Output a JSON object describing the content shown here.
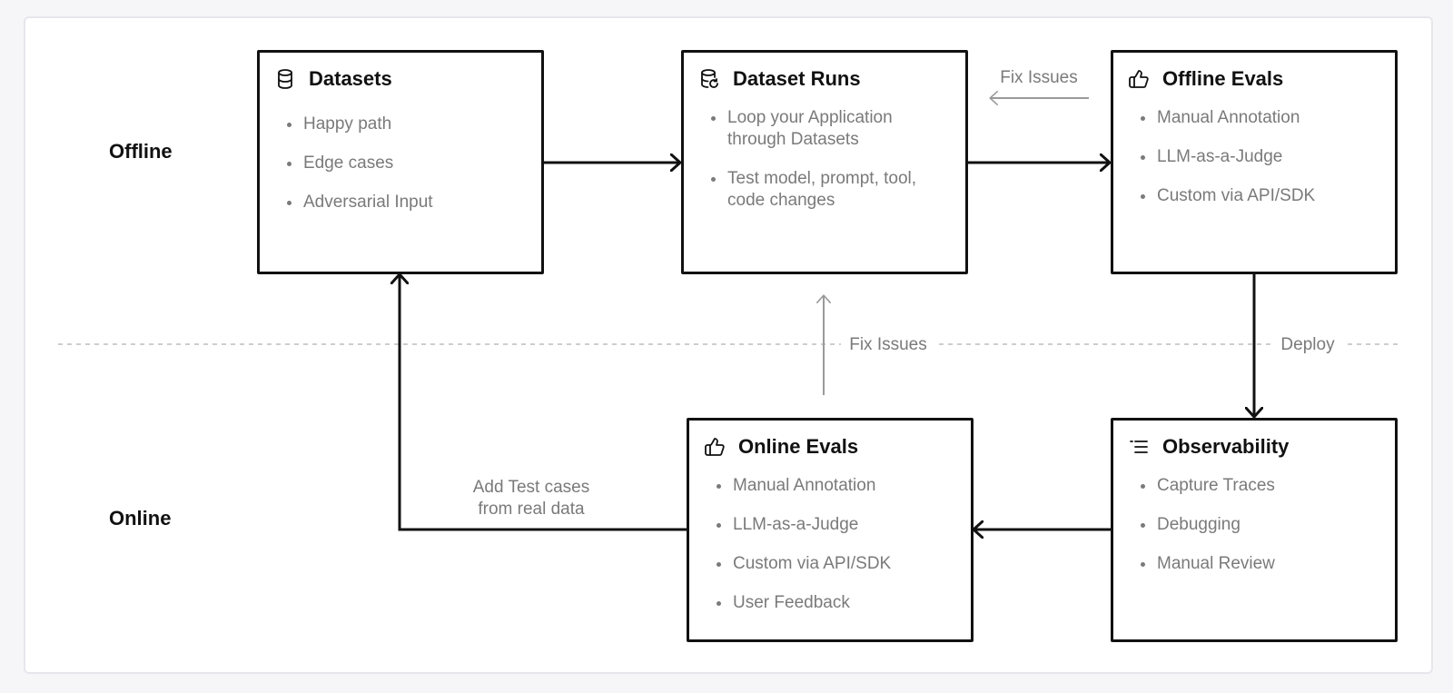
{
  "rows": {
    "offline_label": "Offline",
    "online_label": "Online"
  },
  "boxes": {
    "datasets": {
      "title": "Datasets",
      "icon": "database-icon",
      "items": [
        "Happy path",
        "Edge cases",
        "Adversarial Input"
      ]
    },
    "dataset_runs": {
      "title": "Dataset Runs",
      "icon": "database-refresh-icon",
      "items": [
        "Loop your Application through Datasets",
        "Test model, prompt, tool, code changes"
      ]
    },
    "offline_evals": {
      "title": "Offline Evals",
      "icon": "thumbs-up-icon",
      "items": [
        "Manual Annotation",
        "LLM-as-a-Judge",
        "Custom via API/SDK"
      ]
    },
    "online_evals": {
      "title": "Online Evals",
      "icon": "thumbs-up-icon",
      "items": [
        "Manual Annotation",
        "LLM-as-a-Judge",
        "Custom via API/SDK",
        "User Feedback"
      ]
    },
    "observability": {
      "title": "Observability",
      "icon": "list-icon",
      "items": [
        "Capture Traces",
        "Debugging",
        "Manual Review"
      ]
    }
  },
  "annotations": {
    "fix_issues_top": "Fix Issues",
    "fix_issues_middle": "Fix Issues",
    "deploy": "Deploy",
    "add_test_cases": "Add Test cases from real data"
  },
  "colors": {
    "stroke": "#111111",
    "muted": "#7a7a7a",
    "divider": "#bdbdbd",
    "frame_border": "#e6e6ec"
  }
}
